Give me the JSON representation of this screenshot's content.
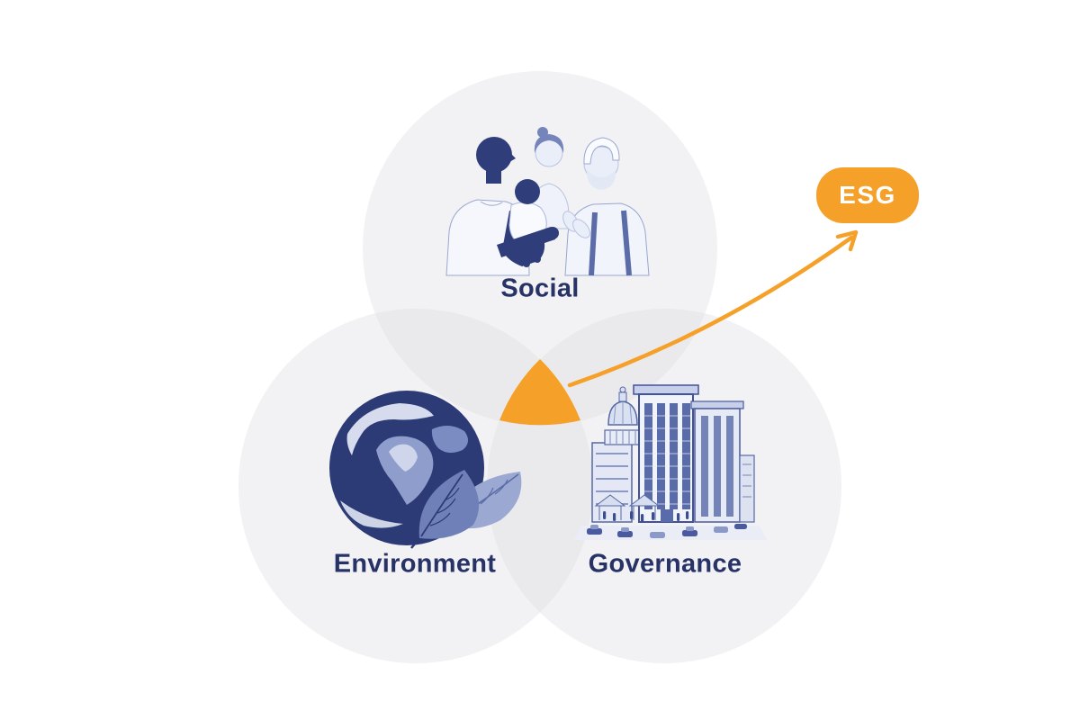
{
  "theme": {
    "page-bg": "#FFFFFF",
    "accent": "#F5A028",
    "ink": "#273266",
    "circle-fill": "#DCDCE2",
    "badge-text": "#FFFFFF",
    "illustration-ink": "#2F3D7A",
    "illustration-light": "#EAEEF8"
  },
  "diagram": {
    "type": "venn-3",
    "sets": [
      {
        "id": "social",
        "label": "Social",
        "illustration": "family-people-talking"
      },
      {
        "id": "environment",
        "label": "Environment",
        "illustration": "earth-globe-with-leaves"
      },
      {
        "id": "governance",
        "label": "Governance",
        "illustration": "corporate-buildings-street"
      }
    ],
    "intersection": {
      "highlighted": "center-of-all-three",
      "color_ref": "accent"
    },
    "badge": {
      "label": "ESG"
    },
    "arrow": {
      "from": "center-intersection",
      "to": "esg-badge",
      "style": "curved"
    }
  }
}
